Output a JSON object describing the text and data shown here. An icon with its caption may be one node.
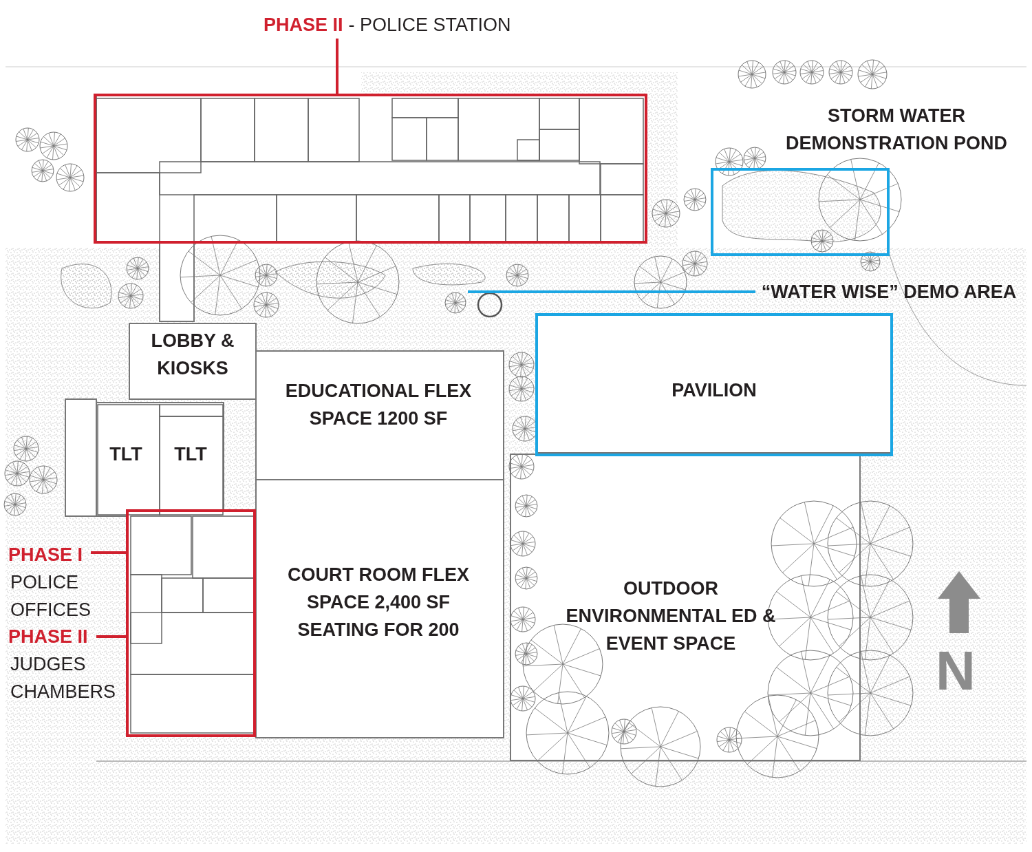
{
  "diagram": {
    "nodes": [
      {
        "text": [
          "PHASE II",
          "- POLICE STATION"
        ]
      },
      {
        "text": [],
        "shape": "box"
      },
      {
        "text": [
          "STORM WATER DEMONSTRATION POND"
        ]
      },
      {
        "text": [
          "“WATER WISE” DEMO AREA"
        ]
      },
      {
        "text": [
          "PAVILION"
        ]
      },
      {
        "text": [
          "LOBBY & KIOSKS"
        ]
      },
      {
        "text": [
          "EDUCATIONAL FLEX SPACE 1200 SF"
        ]
      },
      {
        "text": [
          "TLT"
        ]
      },
      {
        "text": [
          "TLT"
        ]
      },
      {
        "text": [],
        "shape": "box"
      },
      {
        "text": [
          "PHASE I"
        ]
      },
      {
        "text": [
          "PHASE II"
        ]
      },
      {
        "text": [
          "COURT ROOM FLEX SPACE 2,400 SF SEATING FOR 200"
        ]
      }
    ],
    "edges": [
      {
        "from": 0,
        "to": 1,
        "arrow": "none"
      },
      {
        "from": 3,
        "to": null,
        "arrow": "none",
        "color": "#1ba6e3"
      },
      {
        "from": 10,
        "to": 9,
        "arrow": "none"
      },
      {
        "from": 11,
        "to": 9,
        "arrow": "none"
      }
    ],
    "labels": [
      "POLICE OFFICES",
      "JUDGES CHAMBERS",
      "OUTDOOR ENVIRONMENTAL ED & EVENT SPACE",
      "N"
    ]
  }
}
